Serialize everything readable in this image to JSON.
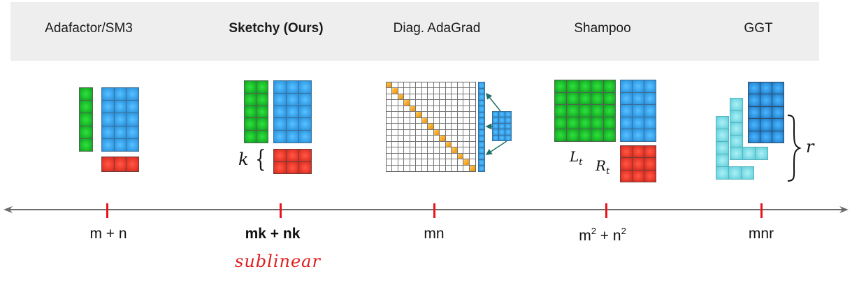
{
  "header": {
    "methods": [
      {
        "label": "Adafactor/SM3",
        "bold": false
      },
      {
        "label": "Sketchy (Ours)",
        "bold": true
      },
      {
        "label": "Diag. AdaGrad",
        "bold": false
      },
      {
        "label": "Shampoo",
        "bold": false
      },
      {
        "label": "GGT",
        "bold": false
      }
    ]
  },
  "illustrations": {
    "sketchy": {
      "k_label": "k",
      "brace": "{"
    },
    "shampoo": {
      "left_label": "L",
      "left_sub": "t",
      "right_label": "R",
      "right_sub": "t"
    },
    "ggt": {
      "brace": "}",
      "r_label": "r"
    }
  },
  "axis": {
    "labels": [
      {
        "text": "m + n",
        "bold": false
      },
      {
        "text": "mk + nk",
        "bold": true
      },
      {
        "text": "mn",
        "bold": false
      },
      {
        "m": "m",
        "sup1": "2",
        "plus": " + n",
        "sup2": "2"
      },
      {
        "text": "mnr",
        "bold": false
      }
    ],
    "annotation": "sublinear"
  },
  "colors": {
    "tick": "#e8141c",
    "axis": "#666666",
    "annotation": "#e01b1b",
    "header_bg": "#eeeeee"
  }
}
